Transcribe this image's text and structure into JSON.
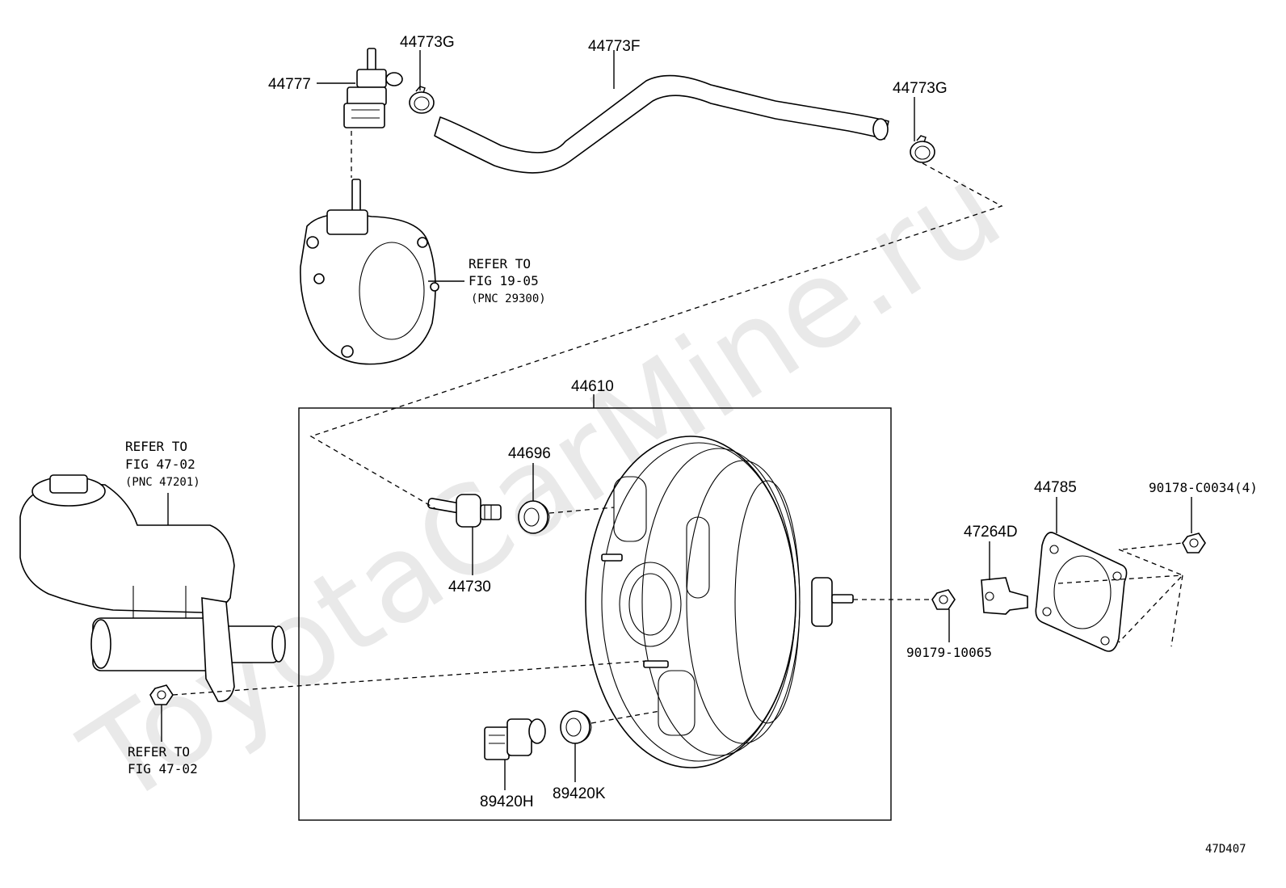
{
  "watermark": "ToyotaCarMine.ru",
  "diagram_code": "47D407",
  "labels": {
    "p44777": "44777",
    "p44773G_top": "44773G",
    "p44773F": "44773F",
    "p44773G_right": "44773G",
    "p44610": "44610",
    "p44696": "44696",
    "p44730": "44730",
    "p89420H": "89420H",
    "p89420K": "89420K",
    "p44785": "44785",
    "p47264D": "47264D",
    "p90178": "90178-C0034(4)",
    "p90179": "90179-10065"
  },
  "refs": {
    "pump": [
      "REFER TO",
      "FIG 19-05",
      "(PNC 29300)"
    ],
    "master_cyl": [
      "REFER TO",
      "FIG 47-02",
      "(PNC 47201)"
    ],
    "nut": [
      "REFER TO",
      "FIG 47-02"
    ]
  }
}
